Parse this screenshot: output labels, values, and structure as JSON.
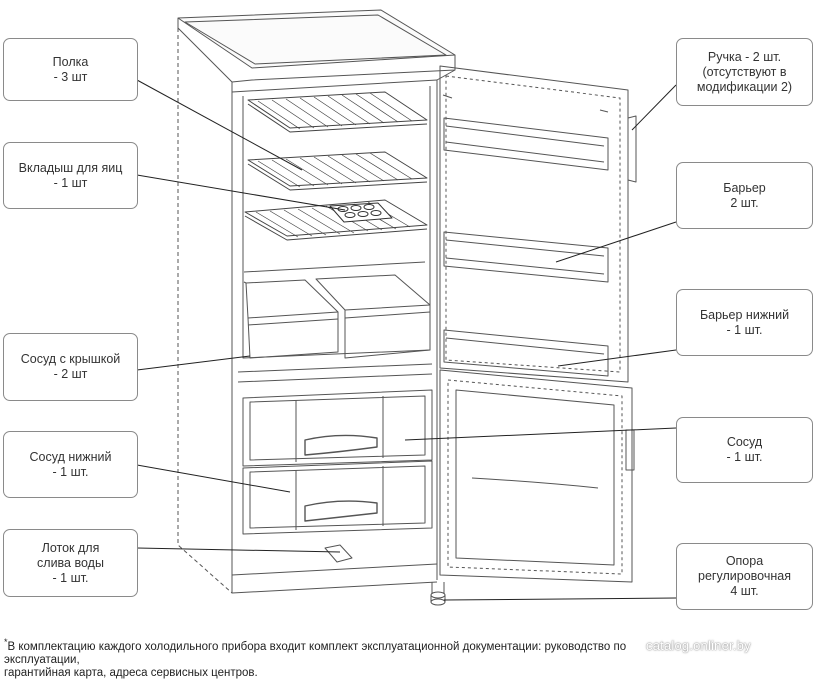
{
  "labels": {
    "polka": [
      "Полка",
      "- 3 шт"
    ],
    "vkladysh": [
      "Вкладыш для яиц",
      "- 1 шт"
    ],
    "sosud_kryshka": [
      "Сосуд с крышкой",
      "- 2 шт"
    ],
    "sosud_nizhniy": [
      "Сосуд  нижний",
      "- 1 шт."
    ],
    "lotok": [
      "Лоток для",
      "слива воды",
      "- 1 шт."
    ],
    "ruchka": [
      "Ручка - 2 шт.",
      "(отсутствуют в",
      "модификации 2)"
    ],
    "barier": [
      "Барьер",
      "2 шт."
    ],
    "barier_nizhniy": [
      "Барьер нижний",
      "- 1 шт."
    ],
    "sosud": [
      "Сосуд",
      "- 1 шт."
    ],
    "opora": [
      "Опора",
      "регулировочная",
      "4 шт."
    ]
  },
  "footnote": {
    "mark": "*",
    "line1": "В комплектацию каждого холодильного прибора входит комплект эксплуатационной документации: руководство по эксплуатации,",
    "line2": "гарантийная карта, адреса сервисных центров."
  },
  "watermark": "catalog.onliner.by"
}
